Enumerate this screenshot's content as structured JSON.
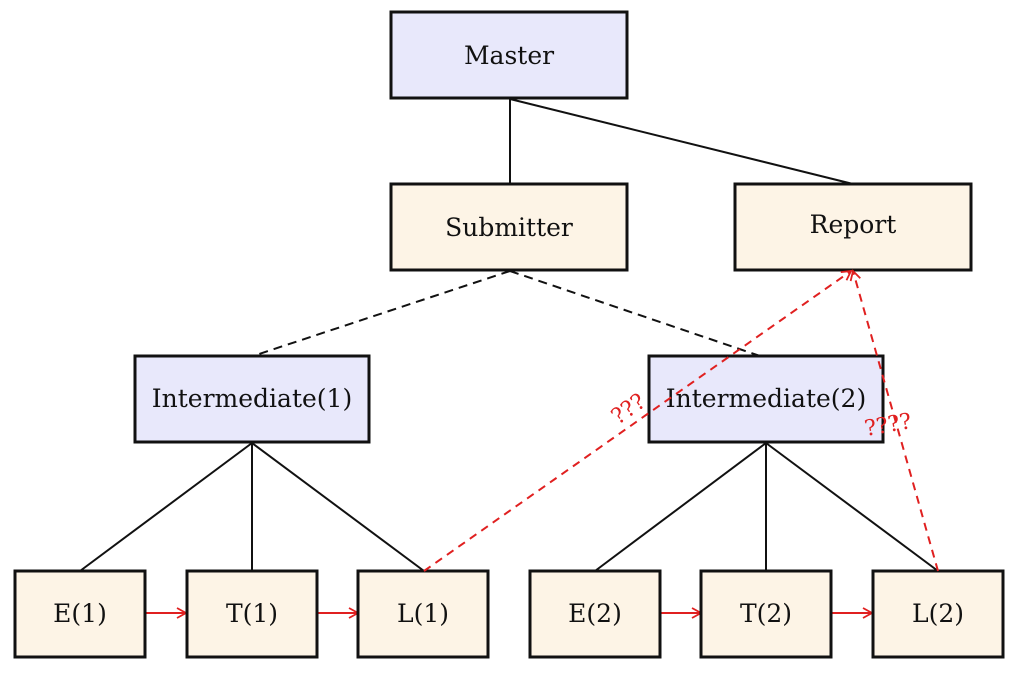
{
  "colors": {
    "blue_fill": "#e8e8fb",
    "tan_fill": "#fdf4e6",
    "border": "#111111",
    "line": "#111111",
    "red": "#e02020"
  },
  "nodes": {
    "master": {
      "label": "Master"
    },
    "submitter": {
      "label": "Submitter"
    },
    "report": {
      "label": "Report"
    },
    "intermediate_1": {
      "label": "Intermediate(1)"
    },
    "intermediate_2": {
      "label": "Intermediate(2)"
    },
    "e1": {
      "label": "E(1)"
    },
    "t1": {
      "label": "T(1)"
    },
    "l1": {
      "label": "L(1)"
    },
    "e2": {
      "label": "E(2)"
    },
    "t2": {
      "label": "T(2)"
    },
    "l2": {
      "label": "L(2)"
    }
  },
  "edges": [
    {
      "from": "master",
      "to": "submitter",
      "style": "solid"
    },
    {
      "from": "master",
      "to": "report",
      "style": "solid"
    },
    {
      "from": "submitter",
      "to": "intermediate_1",
      "style": "dashed"
    },
    {
      "from": "submitter",
      "to": "intermediate_2",
      "style": "dashed"
    },
    {
      "from": "intermediate_1",
      "to": "e1",
      "style": "solid"
    },
    {
      "from": "intermediate_1",
      "to": "t1",
      "style": "solid"
    },
    {
      "from": "intermediate_1",
      "to": "l1",
      "style": "solid"
    },
    {
      "from": "intermediate_2",
      "to": "e2",
      "style": "solid"
    },
    {
      "from": "intermediate_2",
      "to": "t2",
      "style": "solid"
    },
    {
      "from": "intermediate_2",
      "to": "l2",
      "style": "solid"
    },
    {
      "from": "e1",
      "to": "t1",
      "style": "red-arrow"
    },
    {
      "from": "t1",
      "to": "l1",
      "style": "red-arrow"
    },
    {
      "from": "e2",
      "to": "t2",
      "style": "red-arrow"
    },
    {
      "from": "t2",
      "to": "l2",
      "style": "red-arrow"
    },
    {
      "from": "l1",
      "to": "report",
      "style": "red-dashed-arrow"
    },
    {
      "from": "l2",
      "to": "report",
      "style": "red-dashed-arrow"
    }
  ],
  "annotations": {
    "question_marks_left": "???",
    "question_marks_right": "????"
  }
}
